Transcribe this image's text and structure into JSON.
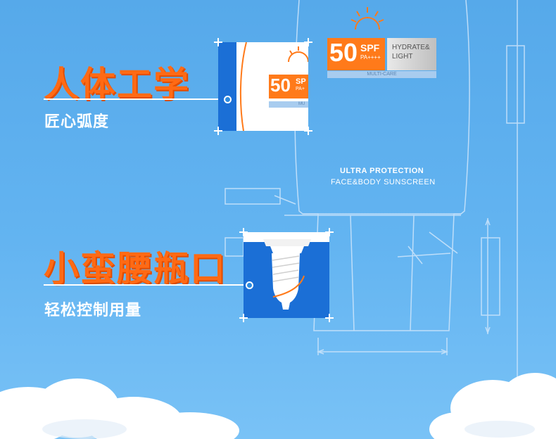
{
  "features": [
    {
      "title": "人体工学",
      "subtitle": "匠心弧度"
    },
    {
      "title": "小蛮腰瓶口",
      "subtitle": "轻松控制用量"
    }
  ],
  "label": {
    "spf_number": "50",
    "spf_text": "SPF",
    "pa_text": "PA++++",
    "hydrate_line1": "HYDRATE&",
    "hydrate_line2": "LIGHT",
    "multi_care": "MULTI-CARE",
    "zoom_spf_text": "SP",
    "zoom_pa_text": "PA+",
    "zoom_multi": "MU"
  },
  "product": {
    "line1": "ULTRA PROTECTION",
    "line2": "FACE&BODY SUNSCREEN"
  },
  "colors": {
    "accent": "#ff6a14",
    "blue": "#1b6fd6",
    "sky": "#56a9ea"
  }
}
